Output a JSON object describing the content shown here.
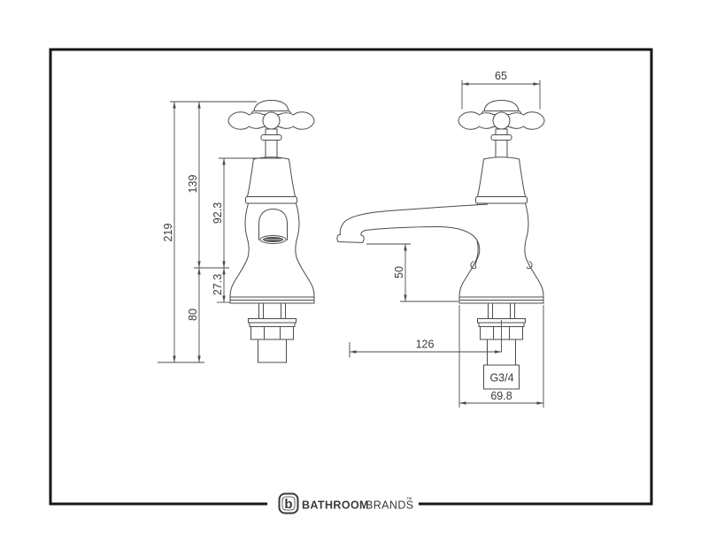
{
  "dimensions": {
    "front": {
      "overall_height": "219",
      "upper_height": "139",
      "body_height": "92.3",
      "skirt_height": "27.3",
      "lower_height": "80"
    },
    "side": {
      "handle_width": "65",
      "spout_clearance": "50",
      "spout_reach": "126",
      "thread_size": "G3/4",
      "base_width": "69.8"
    }
  },
  "footer": {
    "logo_letter": "b",
    "brand_primary": "BATHROOM",
    "brand_secondary": "BRANDS",
    "trademark": "™"
  },
  "colors": {
    "line": "#4b4b4b",
    "border": "#161616",
    "text": "#3a3a3a",
    "background": "#ffffff"
  }
}
